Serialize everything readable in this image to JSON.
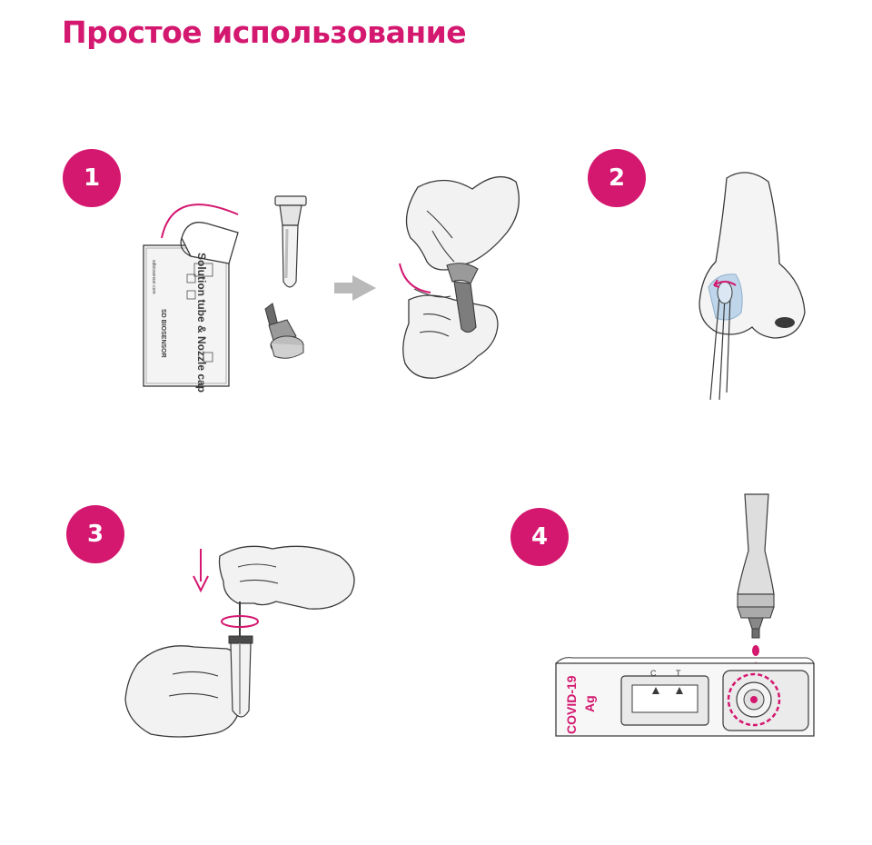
{
  "title": "Простое использование",
  "colors": {
    "accent": "#d4176f",
    "line": "#3a3a3a",
    "fill": "#efefef",
    "gray": "#9d9d9d",
    "liquid": "#bfd6ea"
  },
  "steps": [
    {
      "number": "1"
    },
    {
      "number": "2"
    },
    {
      "number": "3"
    },
    {
      "number": "4"
    }
  ],
  "pouch": {
    "label": "Solution tube & Nozzle cap",
    "brand": "SD BIOSENSOR",
    "url": "sdbiosensor.com"
  },
  "cassette": {
    "label_line1": "COVID-19",
    "label_line2": "Ag",
    "marker_c": "C",
    "marker_t": "T"
  },
  "icons": [
    "arrow-right-icon",
    "arrow-down-icon",
    "rotate-icon",
    "drop-icon"
  ]
}
